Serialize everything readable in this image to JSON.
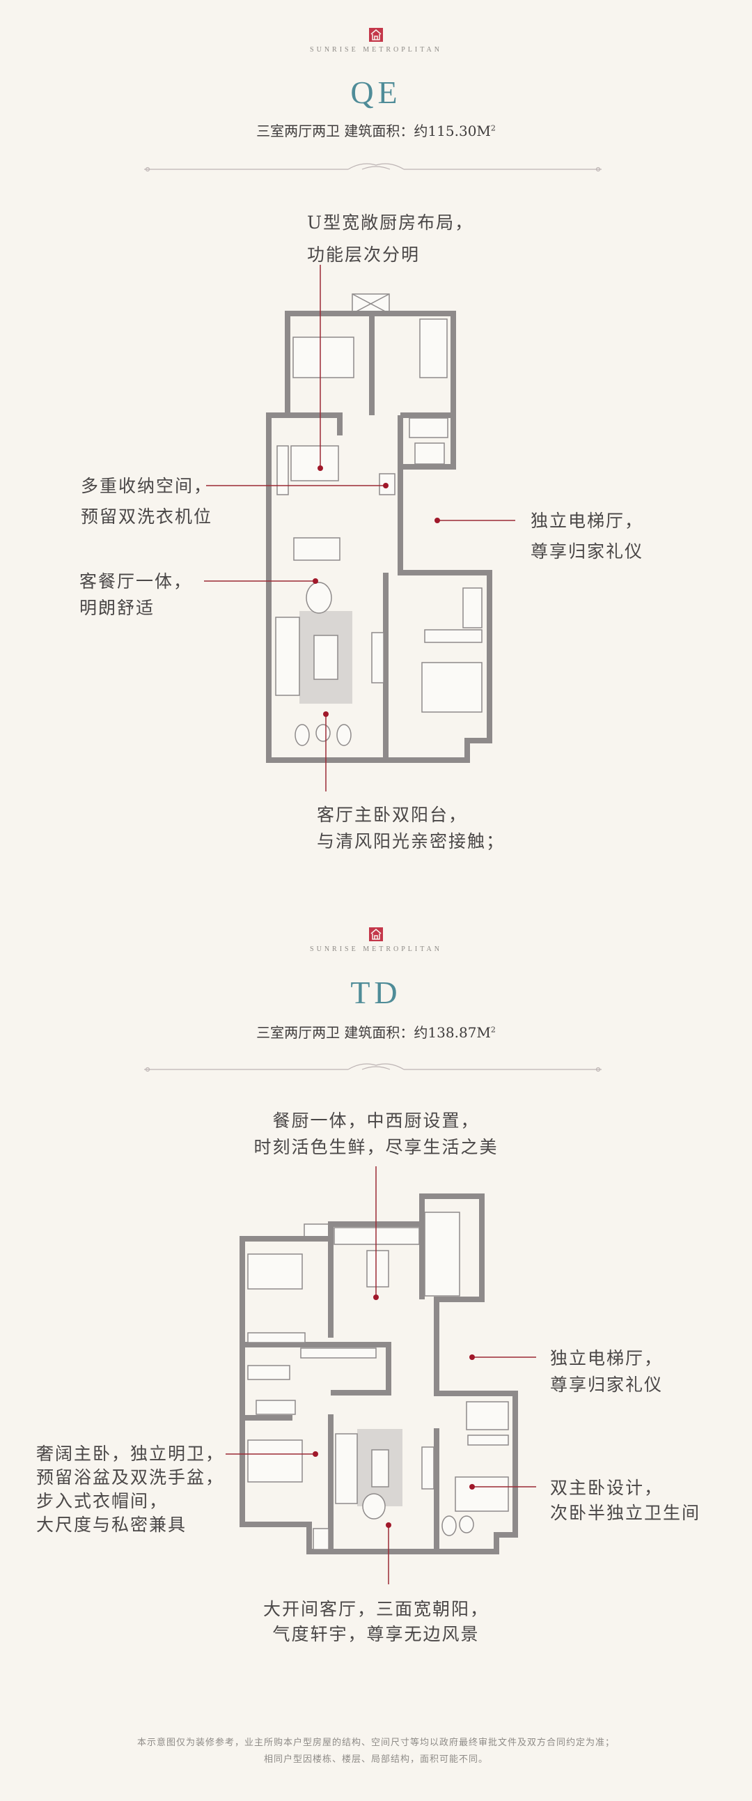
{
  "brand": "SUNRISE METROPLITAN",
  "colors": {
    "background": "#f8f5ef",
    "title": "#4f8c98",
    "accent": "#a0182a",
    "logo": "#c4374a"
  },
  "plans": [
    {
      "code": "QE",
      "spec": "三室两厅两卫 建筑面积：约115.30M",
      "spec_sup": "2",
      "labels": {
        "kitchen": [
          "U型宽敞厨房布局，",
          "功能层次分明"
        ],
        "storage": [
          "多重收纳空间，",
          "预留双洗衣机位"
        ],
        "elevator": [
          "独立电梯厅，",
          "尊享归家礼仪"
        ],
        "living": [
          "客餐厅一体，",
          "明朗舒适"
        ],
        "balcony": [
          "客厅主卧双阳台，",
          "与清风阳光亲密接触；"
        ]
      }
    },
    {
      "code": "TD",
      "spec": "三室两厅两卫 建筑面积：约138.87M",
      "spec_sup": "2",
      "labels": {
        "kitchen": [
          "餐厨一体，中西厨设置，",
          "时刻活色生鲜，尽享生活之美"
        ],
        "elevator": [
          "独立电梯厅，",
          "尊享归家礼仪"
        ],
        "master": [
          "奢阔主卧，独立明卫，",
          "预留浴盆及双洗手盆，",
          "步入式衣帽间，",
          "大尺度与私密兼具"
        ],
        "second": [
          "双主卧设计，",
          "次卧半独立卫生间"
        ],
        "living": [
          "大开间客厅，三面宽朝阳，",
          "气度轩宇，尊享无边风景"
        ]
      }
    }
  ],
  "disclaimer": [
    "本示意图仅为装修参考，业主所购本户型房屋的结构、空间尺寸等均以政府最终审批文件及双方合同约定为准；",
    "相同户型因楼栋、楼层、局部结构，面积可能不同。"
  ]
}
